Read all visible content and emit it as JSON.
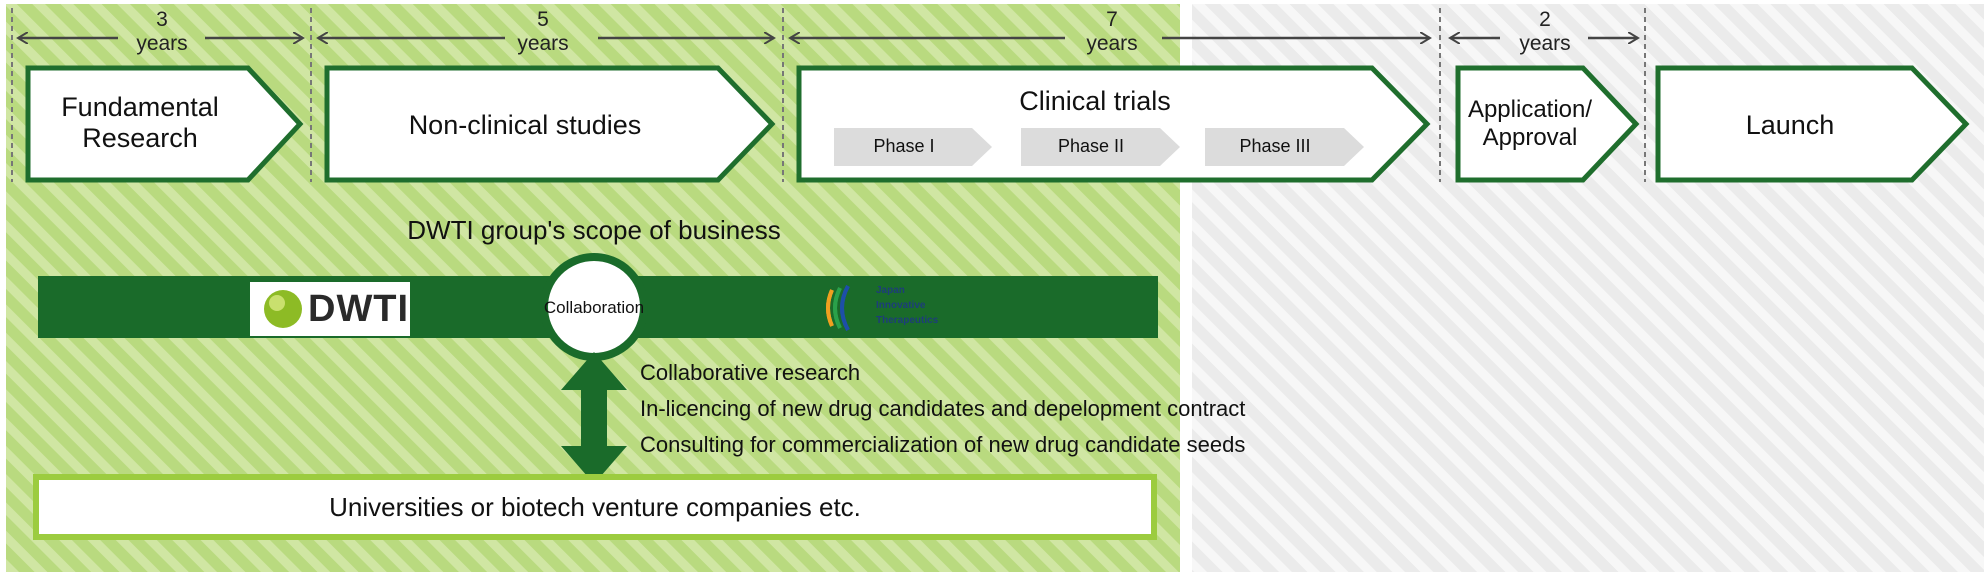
{
  "timeline": [
    {
      "id": "fundamental",
      "duration_value": "3",
      "duration_unit": "years",
      "label": "Fundamental\nResearch"
    },
    {
      "id": "nonclinical",
      "duration_value": "5",
      "duration_unit": "years",
      "label": "Non-clinical studies"
    },
    {
      "id": "clinical",
      "duration_value": "7",
      "duration_unit": "years",
      "label": "Clinical trials",
      "phases": [
        "Phase I",
        "Phase II",
        "Phase III"
      ]
    },
    {
      "id": "approval",
      "duration_value": "2",
      "duration_unit": "years",
      "label": "Application/\nApproval"
    },
    {
      "id": "launch",
      "label": "Launch"
    }
  ],
  "scope": {
    "title": "DWTI group's scope of business",
    "logo_left": "DWTI",
    "collaboration_label": "Collaboration",
    "logo_right_lines": [
      "Japan",
      "Innovative",
      "Therapeutics"
    ]
  },
  "collaboration_items": [
    "Collaborative research",
    "In-licencing of new drug candidates and depelopment  contract",
    "Consulting for commercialization of new drug candidate seeds"
  ],
  "partners_label": "Universities or biotech venture companies etc.",
  "colors": {
    "green_dark": "#1f6e2d",
    "green_band": "#1a6b2a",
    "scope_bg": "#b6d87a",
    "scope_stripe": "#c8e296",
    "grey_bg": "#ececec",
    "grey_stripe": "#f6f6f6",
    "phase_fill": "#dcdcdc"
  },
  "icons": {
    "duration_arrow": "double-headed-arrow-icon",
    "vertical_arrow": "double-vertical-arrow-icon",
    "dwti_mark": "green-circle-logo-icon",
    "jit_mark": "rainbow-arcs-logo-icon"
  }
}
